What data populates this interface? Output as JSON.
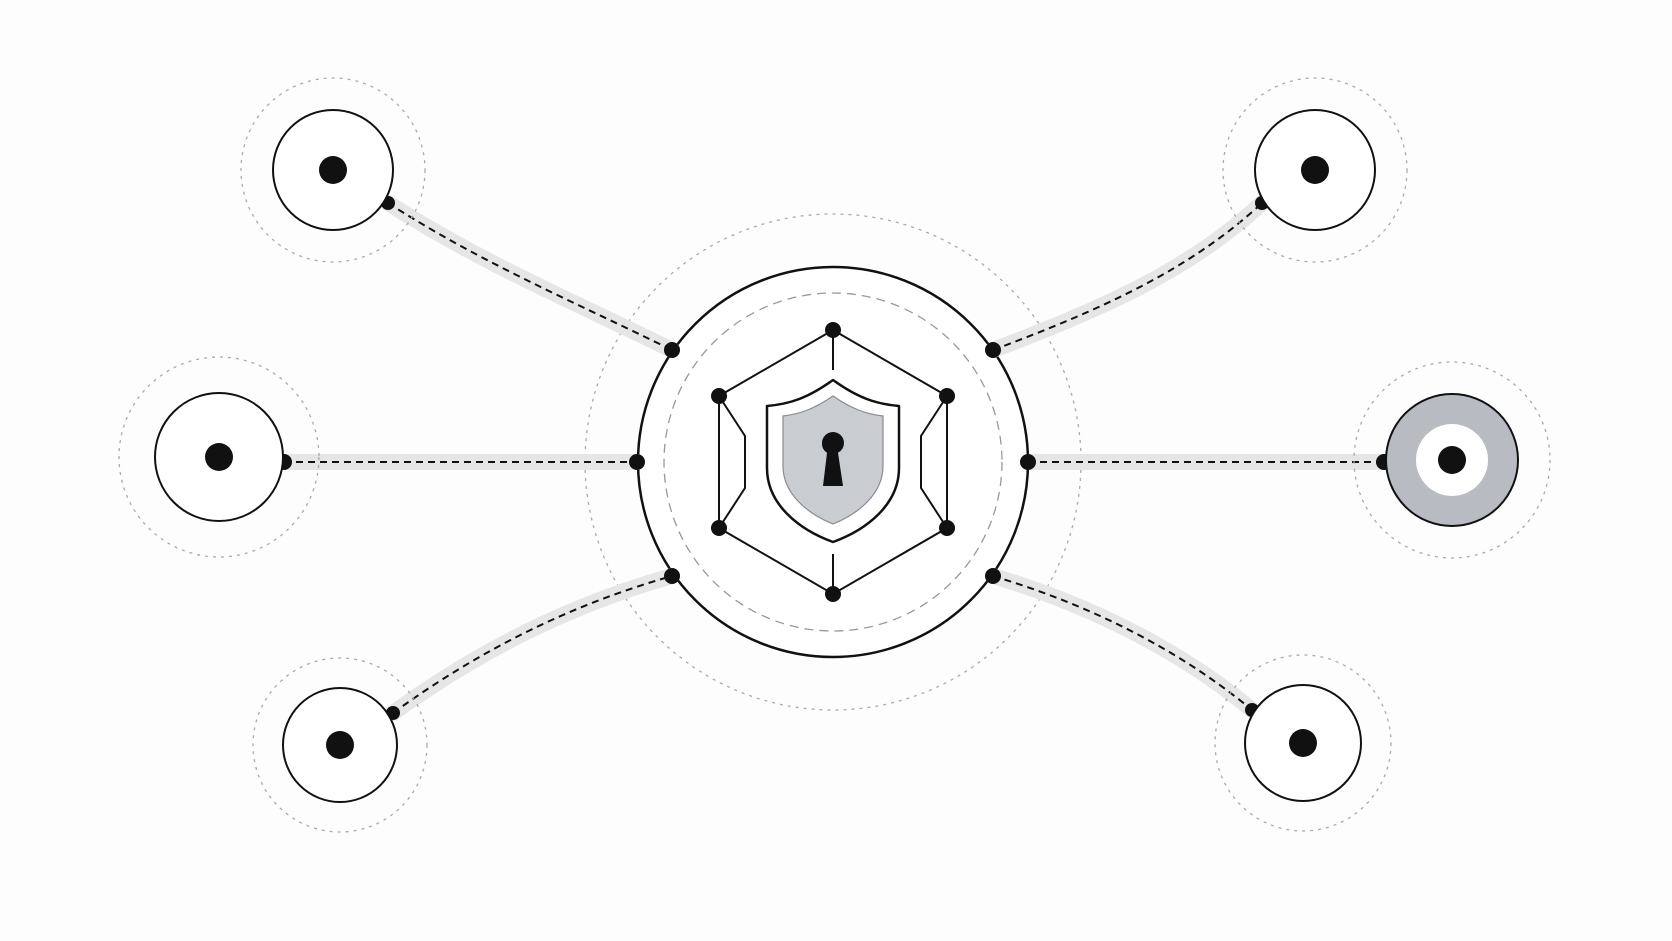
{
  "diagram": {
    "kind": "hub-and-spoke network",
    "colors": {
      "background": "#fdfdfd",
      "stroke": "#111111",
      "halo": "#e6e6e6",
      "orbit": "#aaaaaa",
      "shield_fill": "#c9ccd1",
      "highlight_node": "#b8bcc2"
    },
    "hub": {
      "icon": "shield-lock-icon",
      "frame": "hexagon"
    },
    "satellites": [
      {
        "id": "top-left",
        "icon": "node-icon",
        "highlighted": false
      },
      {
        "id": "middle-left",
        "icon": "node-icon",
        "highlighted": false
      },
      {
        "id": "bottom-left",
        "icon": "node-icon",
        "highlighted": false
      },
      {
        "id": "top-right",
        "icon": "node-icon",
        "highlighted": false
      },
      {
        "id": "middle-right",
        "icon": "target-node-icon",
        "highlighted": true
      },
      {
        "id": "bottom-right",
        "icon": "node-icon",
        "highlighted": false
      }
    ],
    "connector_style": "dashed"
  }
}
